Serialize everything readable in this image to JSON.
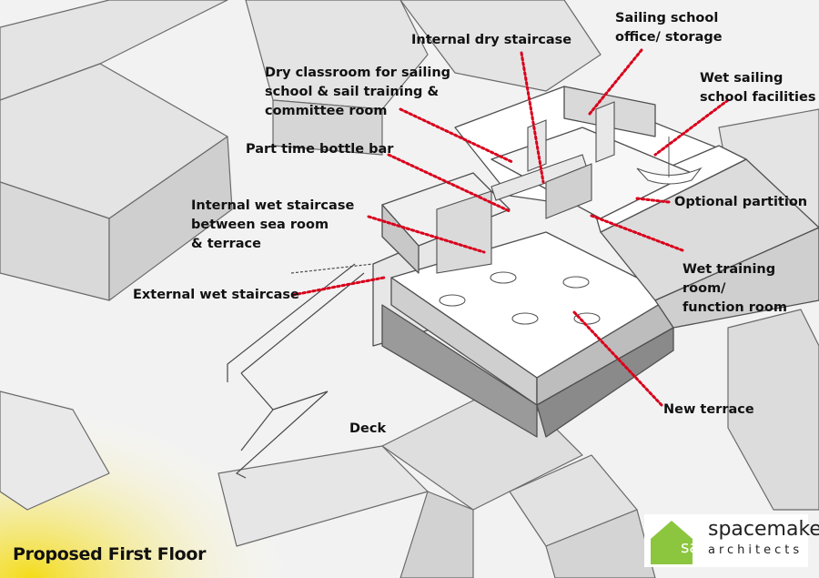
{
  "caption": "Proposed First Floor",
  "logo": {
    "mark": "sa",
    "name": "spacemaker",
    "subtitle": "architects",
    "mark_color": "#8cc63f"
  },
  "colors": {
    "leader": "#d9001b",
    "building_fill": "#ffffff",
    "building_stroke": "#555555",
    "ground_accent": "#f4d900"
  },
  "labels": [
    {
      "key": "internal_dry_staircase",
      "text": "Internal dry staircase"
    },
    {
      "key": "sailing_office",
      "text": "Sailing school\noffice/ storage"
    },
    {
      "key": "wet_facilities",
      "text": "Wet sailing\nschool facilities"
    },
    {
      "key": "dry_classroom",
      "text": "Dry classroom for sailing\nschool & sail training &\ncommittee room"
    },
    {
      "key": "bottle_bar",
      "text": "Part time bottle bar"
    },
    {
      "key": "wet_staircase",
      "text": "Internal wet staircase\nbetween sea room\n& terrace"
    },
    {
      "key": "optional_partition",
      "text": "Optional partition"
    },
    {
      "key": "ext_staircase",
      "text": "External wet staircase"
    },
    {
      "key": "wet_training",
      "text": "Wet training room/\nfunction room"
    },
    {
      "key": "new_terrace",
      "text": "New terrace"
    },
    {
      "key": "deck",
      "text": "Deck"
    }
  ]
}
